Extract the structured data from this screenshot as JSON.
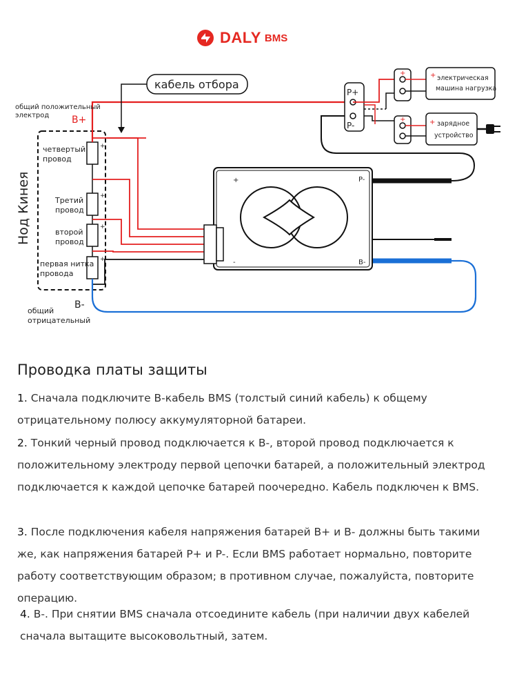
{
  "logo": {
    "word": "DALY",
    "suffix": "BMS",
    "color": "#e52821"
  },
  "diagram": {
    "sampling_cable_label": "кабель отбора",
    "common_positive_label": "общий положительный электрод",
    "b_plus": "B+",
    "b_minus": "B-",
    "common_negative_label": "общий отрицательный",
    "battery_group_label": "Нод Кинея",
    "cells": [
      {
        "label": "четвертый провод",
        "plus": "+",
        "minus": "-"
      },
      {
        "label": "Третий провод",
        "plus": "+",
        "minus": "-"
      },
      {
        "label": "второй провод",
        "plus": "+",
        "minus": "-"
      },
      {
        "label": "первая нитка провода",
        "plus": "+",
        "minus": "-"
      }
    ],
    "p_plus": "P+",
    "p_minus": "P-",
    "load_label": "электрическая машина нагрузка",
    "charger_label": "зарядное устройство",
    "board": {
      "p_minus": "P-",
      "b_minus": "B-",
      "plus": "+",
      "minus": "-"
    },
    "colors": {
      "red": "#e41e1e",
      "blue": "#1a6fd6",
      "black": "#111111"
    }
  },
  "section_title": "Проводка платы защиты",
  "steps": [
    {
      "num": "1.",
      "text": "Сначала подключите B-кабель BMS (толстый синий кабель) к общему отрицательному полюсу аккумуляторной батареи."
    },
    {
      "num": "2.",
      "text": "Тонкий черный провод подключается к B-, второй провод подключается к положительному электроду первой цепочки батарей, а положительный электрод подключается к каждой цепочке батарей поочередно. Кабель подключен к BMS."
    },
    {
      "num": "3.",
      "text": "После подключения кабеля напряжения батарей B+ и B- должны быть такими же, как напряжения батарей P+ и P-. Если BMS работает нормально, повторите работу соответствующим образом; в противном случае, пожалуйста, повторите операцию."
    },
    {
      "num": "4.",
      "text": "B-. При снятии BMS сначала отсоедините кабель (при наличии двух кабелей сначала вытащите высоковольтный, затем."
    }
  ]
}
